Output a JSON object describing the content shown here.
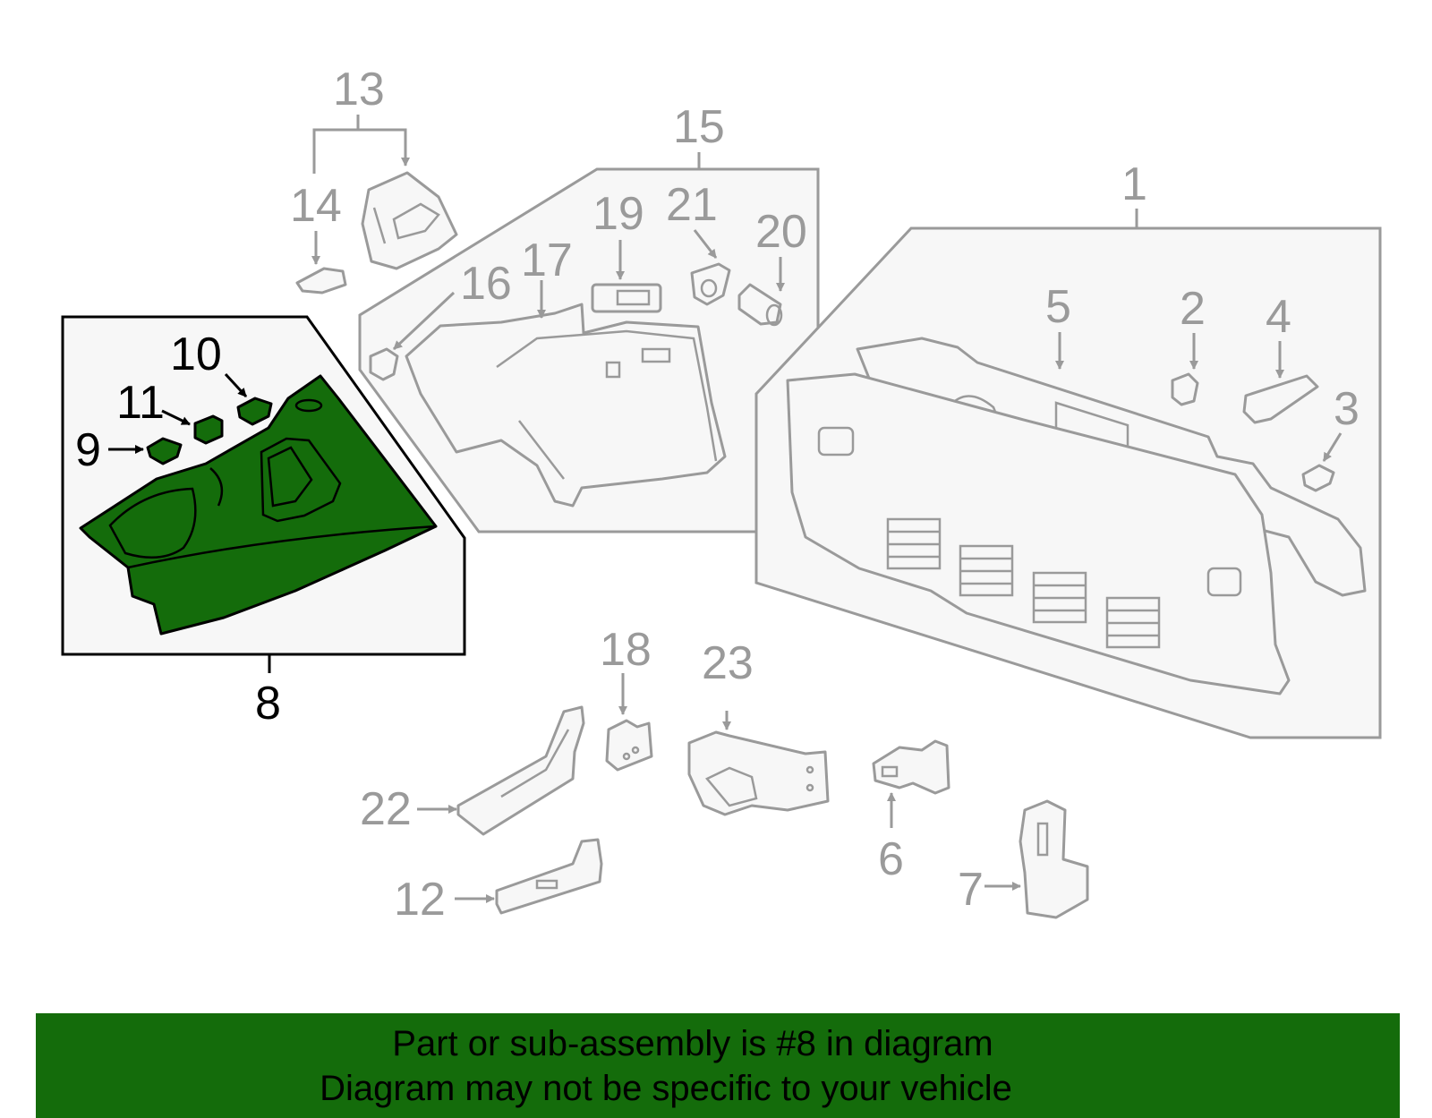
{
  "diagram": {
    "highlight_color": "#146c0b",
    "line_color": "#9a9a9a",
    "selected_part": "8",
    "callouts": [
      "1",
      "2",
      "3",
      "4",
      "5",
      "6",
      "7",
      "8",
      "9",
      "10",
      "11",
      "12",
      "13",
      "14",
      "15",
      "16",
      "17",
      "18",
      "19",
      "20",
      "21",
      "22",
      "23"
    ]
  },
  "banner": {
    "line1": "Part or sub-assembly is #8 in diagram",
    "line2": "Diagram may not be specific to your vehicle"
  }
}
